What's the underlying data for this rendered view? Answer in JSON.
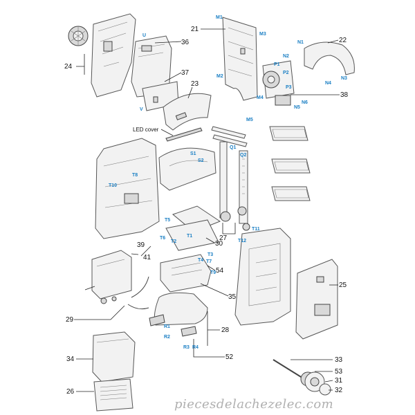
{
  "watermark": "piecesdelachezelec.com",
  "colors": {
    "part_numbers": "#111111",
    "subpart_labels": "#1a7fc4",
    "lines": "#555555",
    "watermark": "#b0b0b0"
  },
  "labels": {
    "p21": "21",
    "p22": "22",
    "p23": "23",
    "p24": "24",
    "p25": "25",
    "p26": "26",
    "p27": "27",
    "p28": "28",
    "p29": "29",
    "p30": "30",
    "p31": "31",
    "p32": "32",
    "p33": "33",
    "p34": "34",
    "p35": "35",
    "p36": "36",
    "p37": "37",
    "p38": "38",
    "p39": "39",
    "p41": "41",
    "p52": "52",
    "p53": "53",
    "p54": "54",
    "led_cover": "LED cover"
  },
  "sublabels": {
    "M1": "M1",
    "M2": "M2",
    "M3": "M3",
    "M4": "M4",
    "M5": "M5",
    "N1": "N1",
    "N2": "N2",
    "N3": "N3",
    "N4": "N4",
    "N5": "N5",
    "N6": "N6",
    "P1": "P1",
    "P2": "P2",
    "P3": "P3",
    "Q1": "Q1",
    "Q2": "Q2",
    "S1": "S1",
    "S2": "S2",
    "T1": "T1",
    "T2": "T2",
    "T3": "T3",
    "T4": "T4",
    "T5": "T5",
    "T6": "T6",
    "T7": "T7",
    "T8": "T8",
    "T9": "T9",
    "T10": "T10",
    "T11": "T11",
    "T12": "T12",
    "U": "U",
    "V": "V",
    "R1": "R1",
    "R2": "R2",
    "R3": "R3",
    "R4": "R4"
  }
}
